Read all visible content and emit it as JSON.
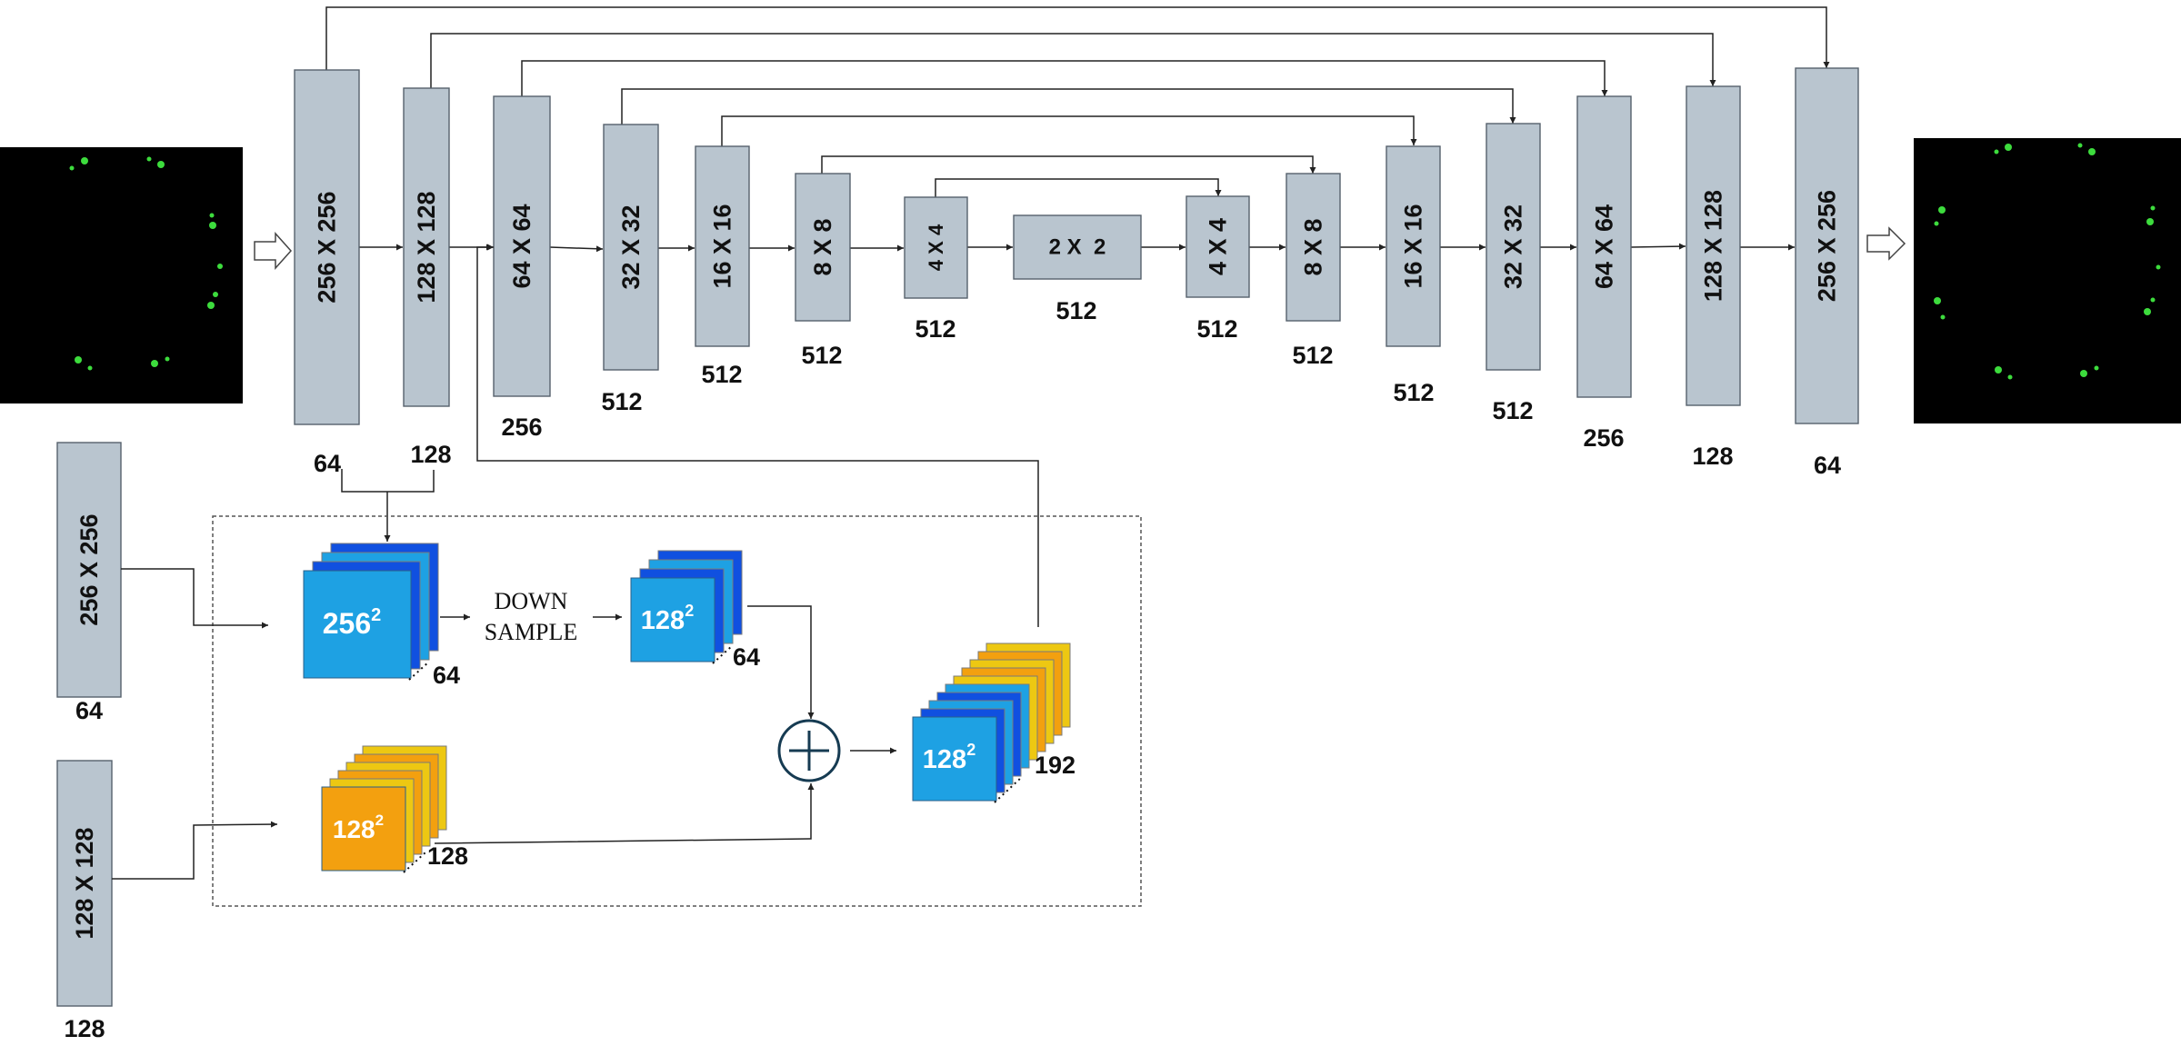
{
  "encoder": [
    {
      "dim": "256 X 256",
      "ch": "64"
    },
    {
      "dim": "128 X 128",
      "ch": "128"
    },
    {
      "dim": "64 X 64",
      "ch": "256"
    },
    {
      "dim": "32 X 32",
      "ch": "512"
    },
    {
      "dim": "16 X 16",
      "ch": "512"
    },
    {
      "dim": "8 X 8",
      "ch": "512"
    },
    {
      "dim": "4 X 4",
      "ch": "512"
    }
  ],
  "bottleneck": {
    "dim": "2 X  2",
    "ch": "512"
  },
  "decoder": [
    {
      "dim": "4 X 4",
      "ch": "512"
    },
    {
      "dim": "8 X 8",
      "ch": "512"
    },
    {
      "dim": "16 X 16",
      "ch": "512"
    },
    {
      "dim": "32 X 32",
      "ch": "512"
    },
    {
      "dim": "64 X 64",
      "ch": "256"
    },
    {
      "dim": "128 X 128",
      "ch": "128"
    },
    {
      "dim": "256 X 256",
      "ch": "64"
    }
  ],
  "inset": {
    "side_blocks": [
      {
        "dim": "256 X 256",
        "ch": "64"
      },
      {
        "dim": "128 X 128",
        "ch": "128"
      }
    ],
    "cube_a": {
      "base": "256",
      "exp": "2",
      "ch": "64"
    },
    "downsample": {
      "line1": "DOWN",
      "line2": "SAMPLE"
    },
    "cube_b": {
      "base": "128",
      "exp": "2",
      "ch": "64"
    },
    "cube_c": {
      "base": "128",
      "exp": "2",
      "ch": "128"
    },
    "cube_d": {
      "base": "128",
      "exp": "2",
      "ch": "192"
    }
  },
  "colors": {
    "block_fill": "#b9c5cf",
    "cube_blue": "#1ea1e3",
    "cube_dark_blue": "#1050e0",
    "cube_orange": "#f3a00f",
    "cube_yellow": "#edc812",
    "spot_green": "#3ddc3d",
    "image_bg": "#000000"
  },
  "icons": [
    "input-arrow-icon",
    "output-arrow-icon",
    "add-circle-icon"
  ]
}
